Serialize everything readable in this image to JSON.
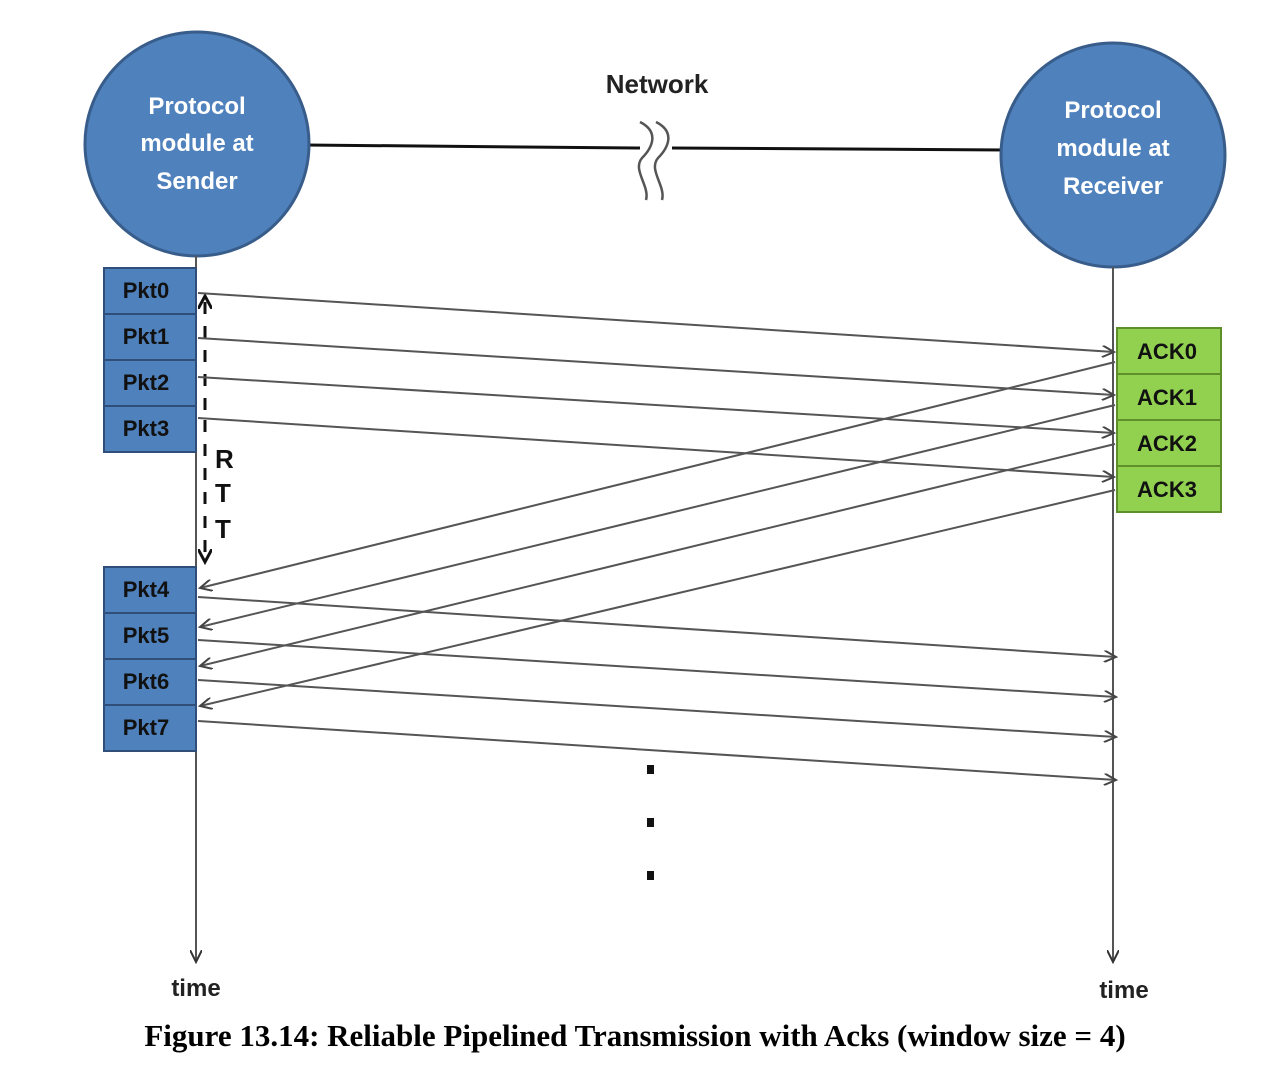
{
  "network": {
    "label": "Network"
  },
  "sender": {
    "line1": "Protocol",
    "line2": "module at",
    "line3": "Sender"
  },
  "receiver": {
    "line1": "Protocol",
    "line2": "module at",
    "line3": "Receiver"
  },
  "packets": [
    "Pkt0",
    "Pkt1",
    "Pkt2",
    "Pkt3",
    "Pkt4",
    "Pkt5",
    "Pkt6",
    "Pkt7"
  ],
  "acks": [
    "ACK0",
    "ACK1",
    "ACK2",
    "ACK3"
  ],
  "rtt_letters": [
    "R",
    "T",
    "T"
  ],
  "time_left": "time",
  "time_right": "time",
  "ellipsis": "...",
  "caption": "Figure 13.14: Reliable Pipelined Transmission with Acks (window size = 4)",
  "colors": {
    "node_fill": "#4f81bd",
    "node_border": "#385d8a",
    "packet_fill": "#4f81bd",
    "ack_fill": "#92d050",
    "line": "#555555"
  }
}
